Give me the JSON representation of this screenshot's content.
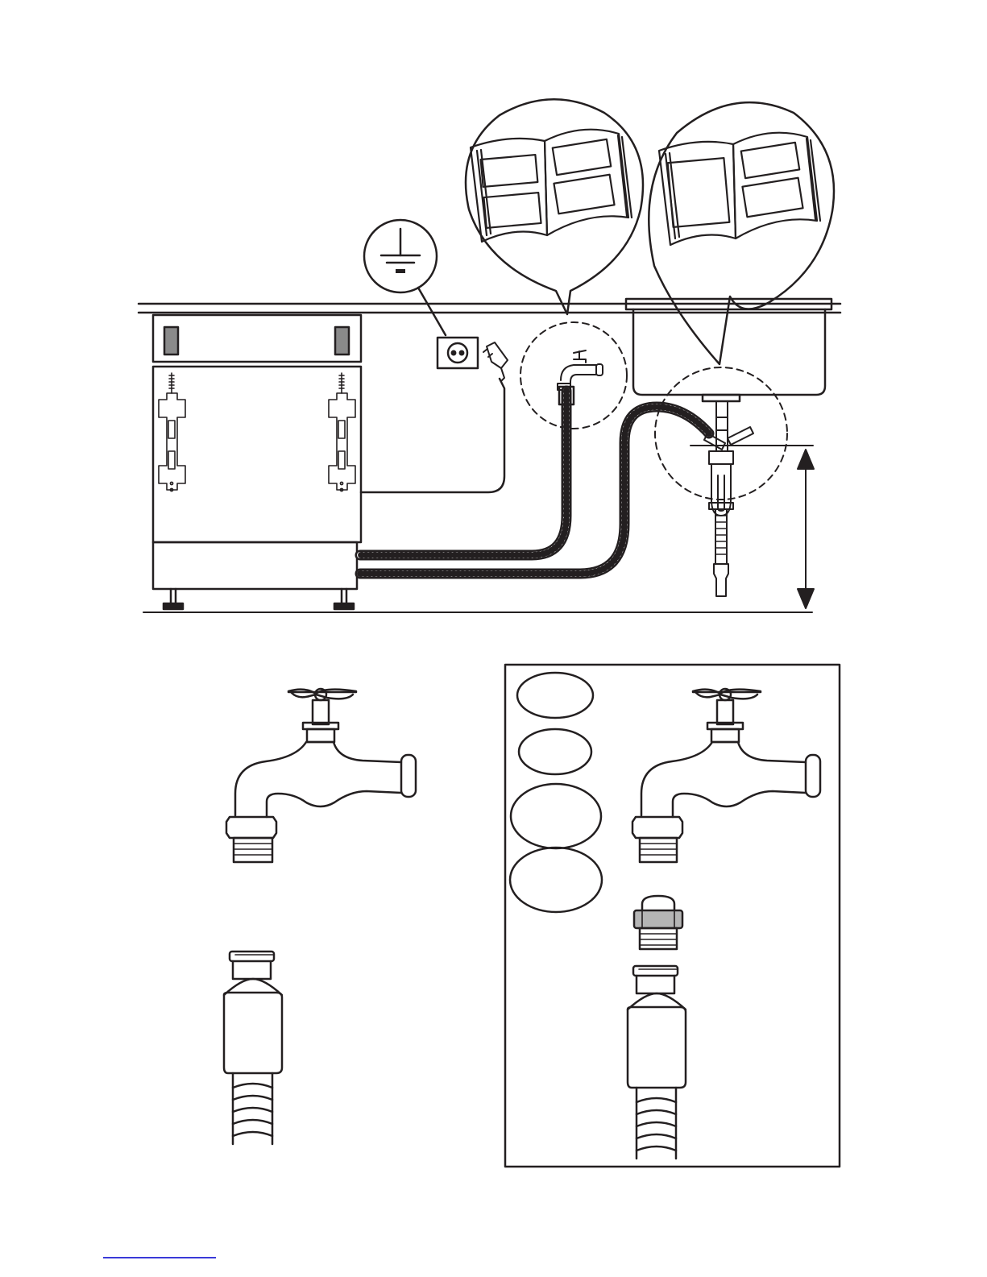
{
  "figure": {
    "line_color": "#231f20",
    "link_rule_color": "#3a3ad8",
    "icons": [
      "earth-ground-symbol",
      "open-book-icon",
      "open-book-icon",
      "power-socket",
      "plug",
      "water-tap",
      "sink",
      "siphon",
      "height-dimension-arrow"
    ],
    "right_panel": {
      "callout_ellipses": 4
    }
  }
}
